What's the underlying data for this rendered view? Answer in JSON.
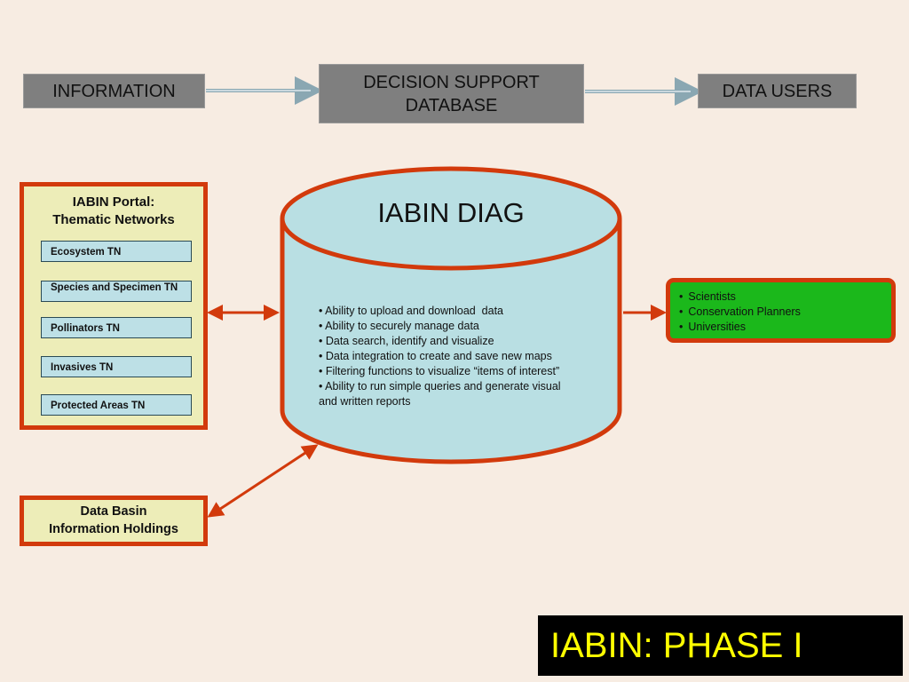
{
  "top_flow": {
    "information": "INFORMATION",
    "decision_support_line1": "DECISION SUPPORT",
    "decision_support_line2": "DATABASE",
    "data_users": "DATA USERS"
  },
  "portal": {
    "title_line1": "IABIN Portal:",
    "title_line2": "Thematic Networks",
    "networks": [
      {
        "label": "Ecosystem TN"
      },
      {
        "label": "Species and Specimen TN"
      },
      {
        "label": "Pollinators TN"
      },
      {
        "label": "Invasives TN"
      },
      {
        "label": "Protected Areas TN"
      }
    ]
  },
  "diag": {
    "title": "IABIN DIAG",
    "capabilities": [
      "• Ability to upload and download  data",
      "• Ability to securely manage data",
      "• Data search, identify and visualize",
      "• Data integration to create and save new maps",
      "• Filtering functions to visualize “items of interest”",
      "• Ability to run simple queries and generate visual",
      "and written reports"
    ]
  },
  "users": {
    "items": [
      "Scientists",
      "Conservation Planners",
      "Universities"
    ]
  },
  "data_basin": {
    "line1": "Data Basin",
    "line2": "Information Holdings"
  },
  "phase_label": "IABIN: PHASE I",
  "colors": {
    "background": "#f7ece2",
    "grey_box": "#7f7f7f",
    "accent_border": "#d23a0c",
    "cylinder_fill": "#b9dfe3",
    "panel_fill": "#ededb8",
    "tn_fill": "#bde0e6",
    "users_fill": "#1bb81b",
    "phase_text": "#ffff00"
  }
}
